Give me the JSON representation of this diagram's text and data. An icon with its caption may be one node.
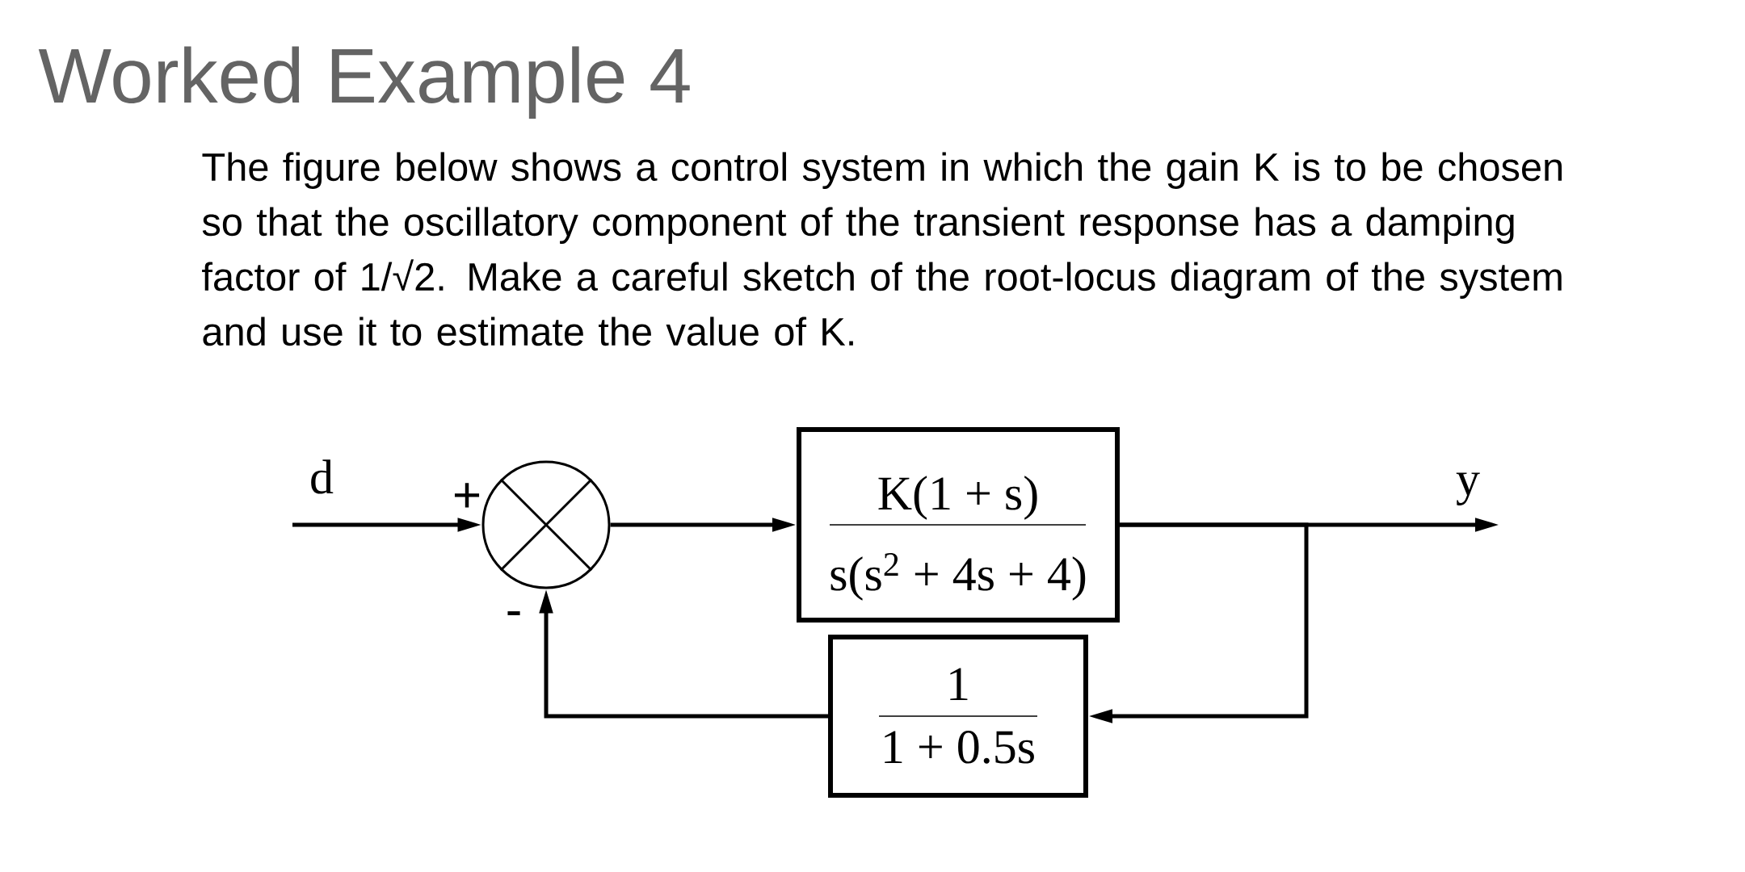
{
  "diagram": {
    "title": "Worked Example 4",
    "nodes": [
      {
        "text": [],
        "shape": "circle",
        "beside": [
          "+",
          "-"
        ]
      },
      {
        "text": [
          "K(1 + s)",
          "s(s$^{2}$ + 4s + 4)"
        ]
      },
      {
        "text": [
          "1",
          "1 + 0.5s"
        ]
      }
    ],
    "edges": [
      {
        "from": null,
        "to": 0,
        "arrow": "to",
        "label": "d"
      },
      {
        "from": 0,
        "to": 1,
        "arrow": "to"
      },
      {
        "from": 1,
        "to": null,
        "arrow": "to",
        "label": "y"
      },
      {
        "from": 1,
        "to": 2,
        "arrow": "to"
      },
      {
        "from": 2,
        "to": 0,
        "arrow": "to"
      }
    ],
    "labels": [
      "The figure below shows a control system in which the gain K is to be chosen so that the oscillatory component of the transient response has a damping factor of 1/√2. Make a careful sketch of the root-locus diagram of the system and use it to estimate the value of K."
    ]
  }
}
